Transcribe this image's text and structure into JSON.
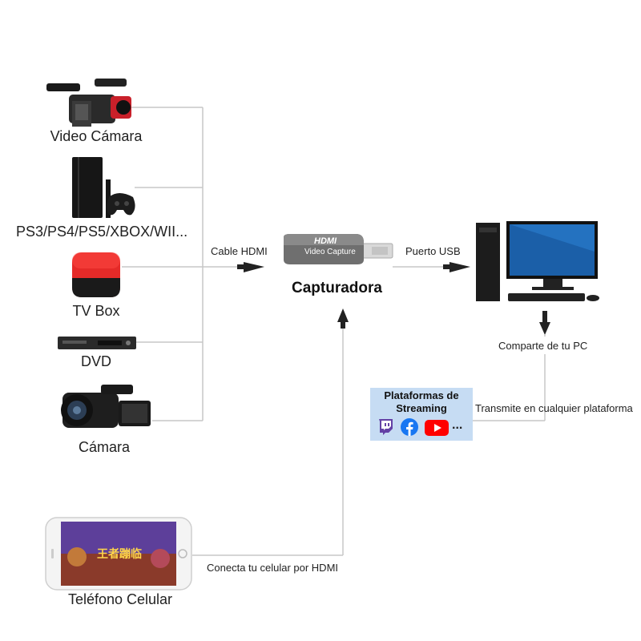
{
  "devices": {
    "video_camera": "Video Cámara",
    "consoles": "PS3/PS4/PS5/XBOX/WII...",
    "tv_box": "TV Box",
    "dvd": "DVD",
    "camera": "Cámara",
    "phone": "Teléfono Celular"
  },
  "links": {
    "cable_hdmi": "Cable HDMI",
    "puerto_usb": "Puerto USB",
    "comparte": "Comparte de tu PC",
    "transmite": "Transmite en cualquier plataforma",
    "conecta": "Conecta tu celular por HDMI"
  },
  "capture": {
    "brand": "HDMI",
    "device_text": "Video Capture",
    "title": "Capturadora"
  },
  "streaming": {
    "title_line1": "Plataformas de",
    "title_line2": "Streaming",
    "more": "...",
    "icons": [
      "twitch-icon",
      "facebook-icon",
      "youtube-icon"
    ],
    "bg_color": "#c6dcf3"
  },
  "phone_game": {
    "title": "王者蹦临"
  }
}
